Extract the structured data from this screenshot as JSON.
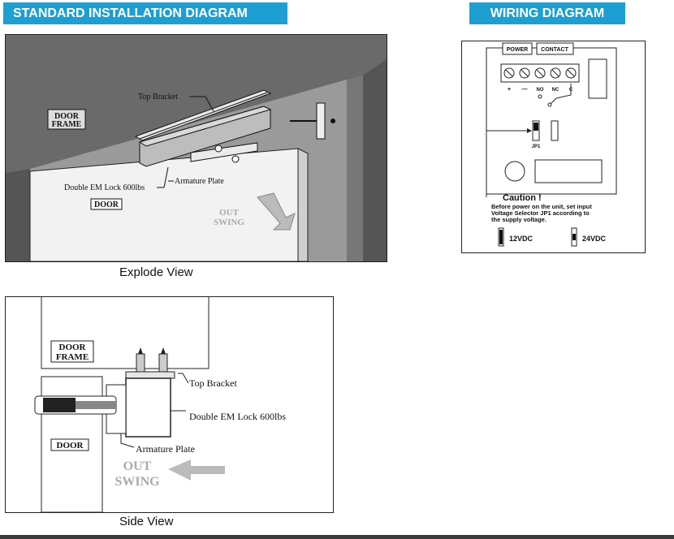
{
  "headers": {
    "installation": "STANDARD INSTALLATION DIAGRAM",
    "wiring": "WIRING DIAGRAM"
  },
  "explode_view": {
    "caption": "Explode View",
    "door_frame_line1": "DOOR",
    "door_frame_line2": "FRAME",
    "door_label": "DOOR",
    "top_bracket": "Top Bracket",
    "em_lock": "Double EM Lock 600lbs",
    "armature": "Armature Plate",
    "out_swing_line1": "OUT",
    "out_swing_line2": "SWING"
  },
  "side_view": {
    "caption": "Side View",
    "door_frame_line1": "DOOR",
    "door_frame_line2": "FRAME",
    "door_label": "DOOR",
    "top_bracket": "Top Bracket",
    "em_lock": "Double EM Lock 600lbs",
    "armature": "Armature Plate",
    "out_swing_line1": "OUT",
    "out_swing_line2": "SWING"
  },
  "wiring": {
    "power": "POWER",
    "contact": "CONTACT",
    "plus": "+",
    "minus": "—",
    "no": "NO",
    "nc": "NC",
    "c": "C",
    "jp1": "JP1",
    "caution_title": "Caution !",
    "caution_line1": "Before power on the unit, set input",
    "caution_line2": "Voltage Selector JP1 according to",
    "caution_line3": "the supply voltage.",
    "v12": "12VDC",
    "v24": "24VDC"
  }
}
